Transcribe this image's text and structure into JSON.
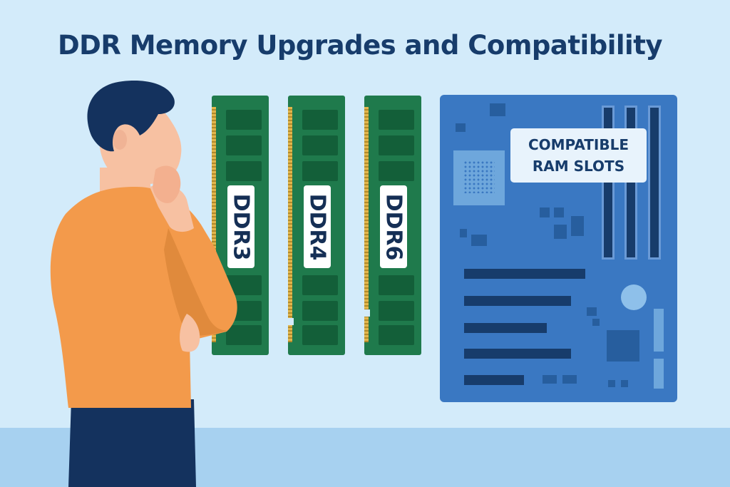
{
  "title": "DDR Memory Upgrades and Compatibility",
  "ram_modules": [
    {
      "label": "DDR3"
    },
    {
      "label": "DDR4"
    },
    {
      "label": "DDR6"
    }
  ],
  "motherboard": {
    "badge_line1": "COMPATIBLE",
    "badge_line2": "RAM SLOTS"
  },
  "colors": {
    "background": "#d3ebfa",
    "title": "#173c6b",
    "ram_pcb": "#1f7a4c",
    "motherboard": "#3a78c2",
    "shirt": "#f39a4b",
    "pants": "#14325e"
  }
}
